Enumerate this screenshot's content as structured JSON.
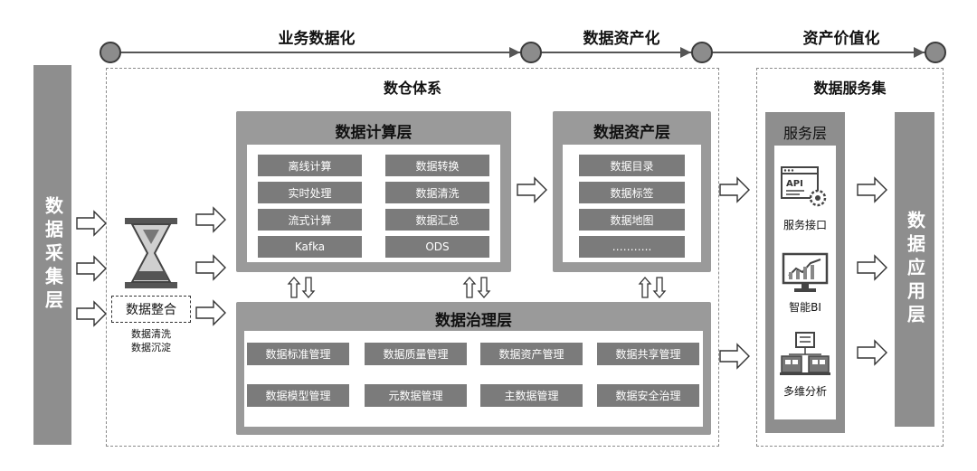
{
  "flow": {
    "stage1": "业务数据化",
    "stage2": "数据资产化",
    "stage3": "资产价值化"
  },
  "collection_layer": {
    "label": "数据采集层"
  },
  "warehouse": {
    "title": "数仓体系"
  },
  "integration": {
    "label": "数据整合",
    "note_line1": "数据清洗",
    "note_line2": "数据沉淀"
  },
  "compute_layer": {
    "title": "数据计算层",
    "items": [
      "离线计算",
      "数据转换",
      "实时处理",
      "数据清洗",
      "流式计算",
      "数据汇总",
      "Kafka",
      "ODS"
    ]
  },
  "asset_layer": {
    "title": "数据资产层",
    "items": [
      "数据目录",
      "数据标签",
      "数据地图",
      "……….."
    ]
  },
  "governance_layer": {
    "title": "数据治理层",
    "items": [
      "数据标准管理",
      "数据质量管理",
      "数据资产管理",
      "数据共享管理",
      "数据模型管理",
      "元数据管理",
      "主数据管理",
      "数据安全治理"
    ]
  },
  "service_set": {
    "title": "数据服务集",
    "layer_title": "服务层",
    "api_text": "API",
    "items": [
      "服务接口",
      "智能BI",
      "多维分析"
    ]
  },
  "application_layer": {
    "label": "数据应用层"
  }
}
